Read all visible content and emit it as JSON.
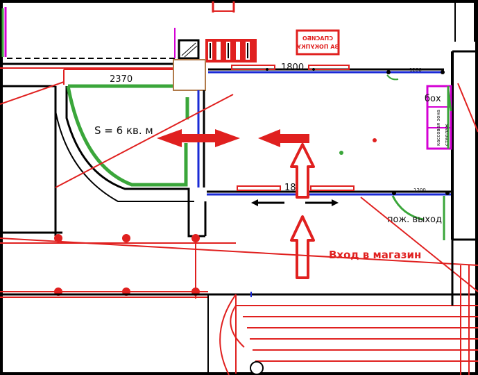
{
  "labels": {
    "dim_top_left": "2370",
    "dim_top_mid": "1800",
    "dim_top_right": "1200",
    "dim_bottom_mid": "1800",
    "dim_bottom_right": "1200",
    "area": "S = 6 кв. м",
    "box": "бох",
    "emergency_exit": "пож. выход",
    "store_entrance": "Вход в магазин",
    "sign_line1": "СПАСИБО",
    "sign_line2": "ЗА ПОКУПКУ",
    "rack_left": "кассовая зона",
    "rack_right": "стеллаж"
  },
  "colors": {
    "wall": "#000000",
    "red": "#e0201f",
    "green": "#3aa63a",
    "blue": "#1a2ad6",
    "magenta": "#d400d4",
    "brown": "#b07a4a"
  }
}
